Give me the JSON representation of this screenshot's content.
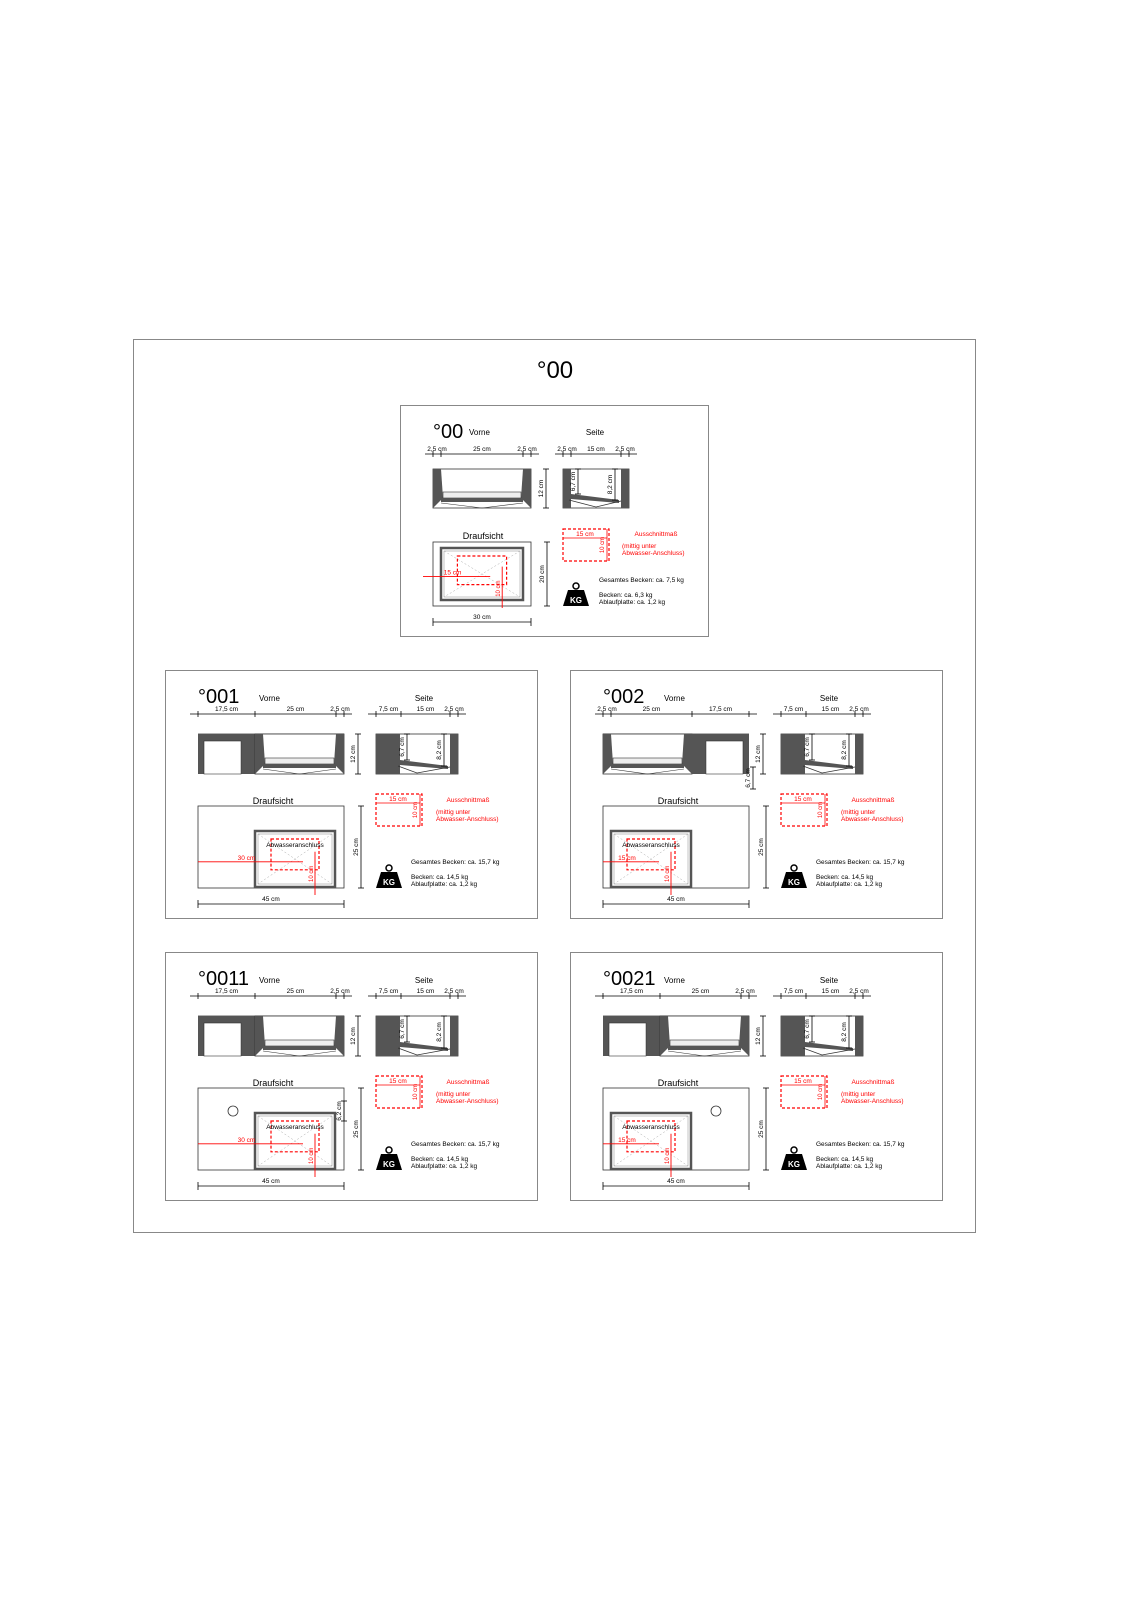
{
  "page_title": "°00",
  "accent_color": "#ff0000",
  "wall_color": "#555555",
  "panels": [
    {
      "id": "00",
      "title": "°00",
      "front_label": "Vorne",
      "side_label": "Seite",
      "top_label": "Draufsicht",
      "front_dims": [
        "2,5 cm",
        "25 cm",
        "2,5 cm"
      ],
      "side_dims": [
        "2,5 cm",
        "15 cm",
        "2,5 cm"
      ],
      "height_dim": "12 cm",
      "side_inner_dims": [
        "6,7 cm",
        "8,2 cm"
      ],
      "depth_dim": "20 cm",
      "width_dim": "30 cm",
      "drain_offset": "15 cm",
      "drain_depth": "10 cm",
      "cutout": {
        "width": "15 cm",
        "height": "10 cm",
        "title": "Ausschnittmaß",
        "note1": "(mittig unter",
        "note2": "Abwasser-Anschluss)"
      },
      "weights": {
        "total": "Gesamtes Becken: ca. 7,5 kg",
        "basin": "Becken: ca. 6,3 kg",
        "plate": "Ablaufplatte: ca. 1,2 kg"
      },
      "kg_icon": "weight-kg-icon"
    },
    {
      "id": "001",
      "title": "°001",
      "front_label": "Vorne",
      "side_label": "Seite",
      "top_label": "Draufsicht",
      "front_dims": [
        "17,5 cm",
        "25 cm",
        "2,5 cm"
      ],
      "side_dims": [
        "7,5 cm",
        "15 cm",
        "2,5 cm"
      ],
      "height_dim": "12 cm",
      "side_inner_dims": [
        "6,7 cm",
        "8,2 cm"
      ],
      "depth_dim": "25 cm",
      "width_dim": "45 cm",
      "drain_offset": "30 cm",
      "drain_depth": "10 cm",
      "drain_label": "Abwasseranschluss",
      "cutout": {
        "width": "15 cm",
        "height": "10 cm",
        "title": "Ausschnittmaß",
        "note1": "(mittig unter",
        "note2": "Abwasser-Anschluss)"
      },
      "weights": {
        "total": "Gesamtes Becken: ca. 15,7 kg",
        "basin": "Becken: ca. 14,5 kg",
        "plate": "Ablaufplatte: ca. 1,2 kg"
      },
      "kg_icon": "weight-kg-icon"
    },
    {
      "id": "002",
      "title": "°002",
      "front_label": "Vorne",
      "side_label": "Seite",
      "top_label": "Draufsicht",
      "front_dims": [
        "2,5 cm",
        "25 cm",
        "17,5 cm"
      ],
      "side_dims": [
        "7,5 cm",
        "15 cm",
        "2,5 cm"
      ],
      "height_dim": "12 cm",
      "side_inner_dims": [
        "6,7 cm",
        "8,2 cm"
      ],
      "extra_dim": "6,7 cm",
      "depth_dim": "25 cm",
      "width_dim": "45 cm",
      "drain_offset": "15 cm",
      "drain_depth": "10 cm",
      "drain_label": "Abwasseranschluss",
      "cutout": {
        "width": "15 cm",
        "height": "10 cm",
        "title": "Ausschnittmaß",
        "note1": "(mittig unter",
        "note2": "Abwasser-Anschluss)"
      },
      "weights": {
        "total": "Gesamtes Becken: ca. 15,7 kg",
        "basin": "Becken: ca. 14,5 kg",
        "plate": "Ablaufplatte: ca. 1,2 kg"
      },
      "kg_icon": "weight-kg-icon"
    },
    {
      "id": "0011",
      "title": "°0011",
      "front_label": "Vorne",
      "side_label": "Seite",
      "top_label": "Draufsicht",
      "front_dims": [
        "17,5 cm",
        "25 cm",
        "2,5 cm"
      ],
      "side_dims": [
        "7,5 cm",
        "15 cm",
        "2,5 cm"
      ],
      "height_dim": "12 cm",
      "side_inner_dims": [
        "6,7 cm",
        "8,2 cm"
      ],
      "extra_dim": "6,2 cm",
      "depth_dim": "25 cm",
      "width_dim": "45 cm",
      "drain_offset": "30 cm",
      "drain_depth": "10 cm",
      "drain_label": "Abwasseranschluss",
      "cutout": {
        "width": "15 cm",
        "height": "10 cm",
        "title": "Ausschnittmaß",
        "note1": "(mittig unter",
        "note2": "Abwasser-Anschluss)"
      },
      "weights": {
        "total": "Gesamtes Becken: ca. 15,7 kg",
        "basin": "Becken: ca. 14,5 kg",
        "plate": "Ablaufplatte: ca. 1,2 kg"
      },
      "kg_icon": "weight-kg-icon"
    },
    {
      "id": "0021",
      "title": "°0021",
      "front_label": "Vorne",
      "side_label": "Seite",
      "top_label": "Draufsicht",
      "front_dims": [
        "17,5 cm",
        "25 cm",
        "2,5 cm"
      ],
      "side_dims": [
        "7,5 cm",
        "15 cm",
        "2,5 cm"
      ],
      "height_dim": "12 cm",
      "side_inner_dims": [
        "6,7 cm",
        "8,2 cm"
      ],
      "depth_dim": "25 cm",
      "width_dim": "45 cm",
      "drain_offset": "15 cm",
      "drain_depth": "10 cm",
      "drain_label": "Abwasseranschluss",
      "cutout": {
        "width": "15 cm",
        "height": "10 cm",
        "title": "Ausschnittmaß",
        "note1": "(mittig unter",
        "note2": "Abwasser-Anschluss)"
      },
      "weights": {
        "total": "Gesamtes Becken: ca. 15,7 kg",
        "basin": "Becken: ca. 14,5 kg",
        "plate": "Ablaufplatte: ca. 1,2 kg"
      },
      "kg_icon": "weight-kg-icon"
    }
  ]
}
